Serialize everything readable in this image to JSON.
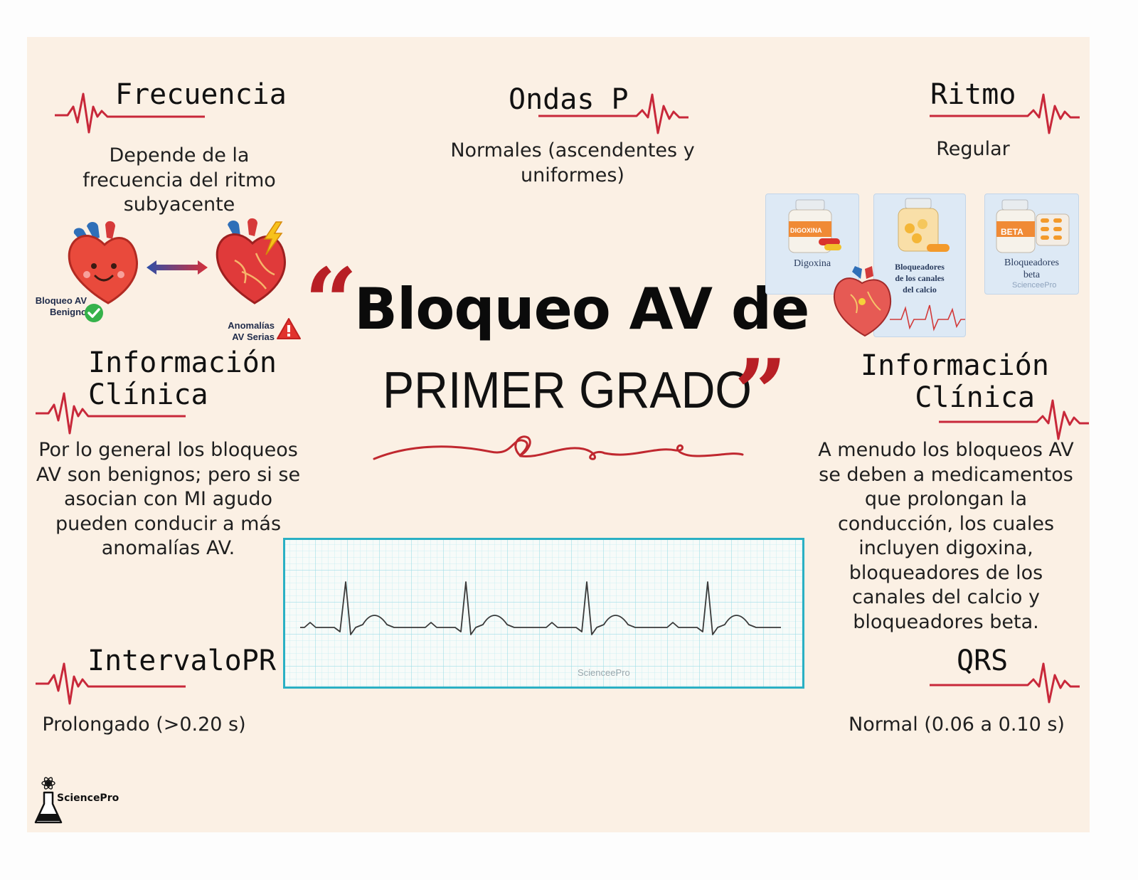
{
  "title": {
    "open_quote": "“",
    "line1": "Bloqueo AV de",
    "line2": "PRIMER GRADO",
    "close_quote": "”"
  },
  "sections": {
    "frecuencia": {
      "heading": "Frecuencia",
      "text": "Depende de la frecuencia del ritmo subyacente"
    },
    "ondas_p": {
      "heading": "Ondas P",
      "text": "Normales (ascendentes y uniformes)"
    },
    "ritmo": {
      "heading": "Ritmo",
      "text": "Regular"
    },
    "info_clinica_left": {
      "heading_line1": "Información",
      "heading_line2": "Clínica",
      "text": "Por lo general los bloqueos AV son benignos; pero si se asocian con MI agudo pueden conducir a más anomalías AV."
    },
    "info_clinica_right": {
      "heading_line1": "Información",
      "heading_line2": "Clínica",
      "text": "A menudo los bloqueos AV se deben a medicamentos que prolongan la conducción, los cuales incluyen digoxina, bloqueadores de los canales del calcio y bloqueadores beta."
    },
    "intervalo_pr": {
      "heading": "IntervaloPR",
      "text": "Prolongado (>0.20 s)"
    },
    "qrs": {
      "heading": "QRS",
      "text": "Normal (0.06 a 0.10 s)"
    }
  },
  "hearts": {
    "benign_label_line1": "Bloqueo AV",
    "benign_label_line2": "Benigno",
    "serious_label_line1": "Anomalías",
    "serious_label_line2": "AV Serias"
  },
  "medications": {
    "digoxina": "Digoxina",
    "digoxina_bottle": "DIGOXINA",
    "calcio_line1": "Bloqueadores",
    "calcio_line2": "de los canales",
    "calcio_line3": "del calcio",
    "beta_line1": "Bloqueadores",
    "beta_line2": "beta",
    "beta_bottle": "BETA",
    "watermark": "ScienceePro"
  },
  "ecg": {
    "watermark": "ScienceePro"
  },
  "brand": "SciencePro",
  "colors": {
    "background": "#fbf0e4",
    "accent_red": "#c8283a",
    "ecg_border": "#2ab0c4",
    "grid": "#9fdde6"
  }
}
